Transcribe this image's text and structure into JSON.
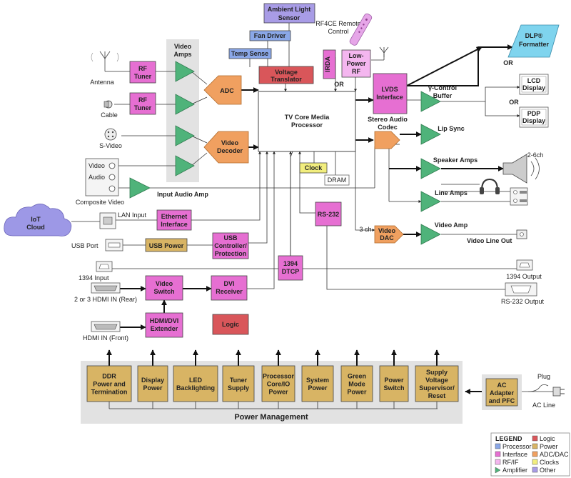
{
  "colors": {
    "processor": "#8aa7e8",
    "interface": "#e66fd2",
    "rfif": "#f4b6ef",
    "amplifier": "#4fb37a",
    "logic": "#d9565a",
    "power": "#d8b464",
    "adcdac": "#f0a060",
    "clocks": "#f2ee7e",
    "other": "#a89ce6",
    "dlp": "#7fd4ee"
  },
  "blocks": {
    "ambient_light": [
      "Ambient Light",
      "Sensor"
    ],
    "fan_driver": "Fan Driver",
    "temp_sense": "Temp Sense",
    "voltage_translator": [
      "Voltage",
      "Translator"
    ],
    "rf4ce": [
      "RF4CE Remote",
      "Control"
    ],
    "irda": "IRDA",
    "low_power_rf": [
      "Low-",
      "Power",
      "RF"
    ],
    "or_top": "OR",
    "lvds": [
      "LVDS",
      "Interface"
    ],
    "dlp": [
      "DLP®",
      "Formatter"
    ],
    "or_dlp": "OR",
    "gamma_buffer": [
      "γ-Control",
      "Buffer"
    ],
    "lcd": [
      "LCD",
      "Display"
    ],
    "or_lcd": "OR",
    "pdp": [
      "PDP",
      "Display"
    ],
    "video_amps_title": [
      "Video",
      "Amps"
    ],
    "rf_tuner1": [
      "RF",
      "Tuner"
    ],
    "rf_tuner2": [
      "RF",
      "Tuner"
    ],
    "adc": "ADC",
    "video_decoder": [
      "Video",
      "Decoder"
    ],
    "tv_core": [
      "TV Core Media",
      "Processor"
    ],
    "stereo_codec": [
      "Stereo Audio",
      "Codec"
    ],
    "lip_sync": "Lip Sync",
    "speaker_amps": "Speaker Amps",
    "speaker_channels": "2-6ch",
    "line_amps": "Line Amps",
    "clock": "Clock",
    "dram": "DRAM",
    "input_audio_amp": "Input Audio Amp",
    "iot_cloud": [
      "IoT",
      "Cloud"
    ],
    "lan_input": "LAN Input",
    "ethernet": [
      "Ethernet",
      "Interface"
    ],
    "rs232": "RS-232",
    "three_ch": "3 ch",
    "video_dac": [
      "Video",
      "DAC"
    ],
    "video_amp": "Video Amp",
    "video_line_out": "Video Line Out",
    "usb_port": "USB Port",
    "usb_power": "USB Power",
    "usb_controller": [
      "USB",
      "Controller/",
      "Protection"
    ],
    "dtcp": [
      "1394",
      "DTCP"
    ],
    "input_1394": "1394 Input",
    "output_1394": "1394 Output",
    "video_switch": [
      "Video",
      "Switch"
    ],
    "dvi_receiver": [
      "DVI",
      "Receiver"
    ],
    "hdmi_rear": "2 or 3 HDMI IN (Rear)",
    "rs232_output": "RS-232 Output",
    "hdmi_dvi_ext": [
      "HDMI/DVI",
      "Extender"
    ],
    "logic": "Logic",
    "hdmi_front": "HDMI IN (Front)"
  },
  "inputs": {
    "antenna": "Antenna",
    "cable": "Cable",
    "svideo": "S-Video",
    "composite_video": "Video",
    "composite_audio": "Audio",
    "composite_label": "Composite Video"
  },
  "power": {
    "title": "Power Management",
    "blocks": [
      [
        "DDR",
        "Power and",
        "Termination"
      ],
      [
        "Display",
        "Power"
      ],
      [
        "LED",
        "Backlighting"
      ],
      [
        "Tuner",
        "Supply"
      ],
      [
        "Processor",
        "Core/IO",
        "Power"
      ],
      [
        "System",
        "Power"
      ],
      [
        "Green",
        "Mode",
        "Power"
      ],
      [
        "Power",
        "Switch"
      ],
      [
        "Supply",
        "Voltage",
        "Supervisor/",
        "Reset"
      ]
    ],
    "ac_adapter": [
      "AC",
      "Adapter",
      "and PFC"
    ],
    "plug": "Plug",
    "ac_line": "AC Line"
  },
  "legend": {
    "title": "LEGEND",
    "items": [
      "Processor",
      "Interface",
      "RF/IF",
      "Amplifier",
      "Logic",
      "Power",
      "ADC/DAC",
      "Clocks",
      "Other"
    ]
  }
}
